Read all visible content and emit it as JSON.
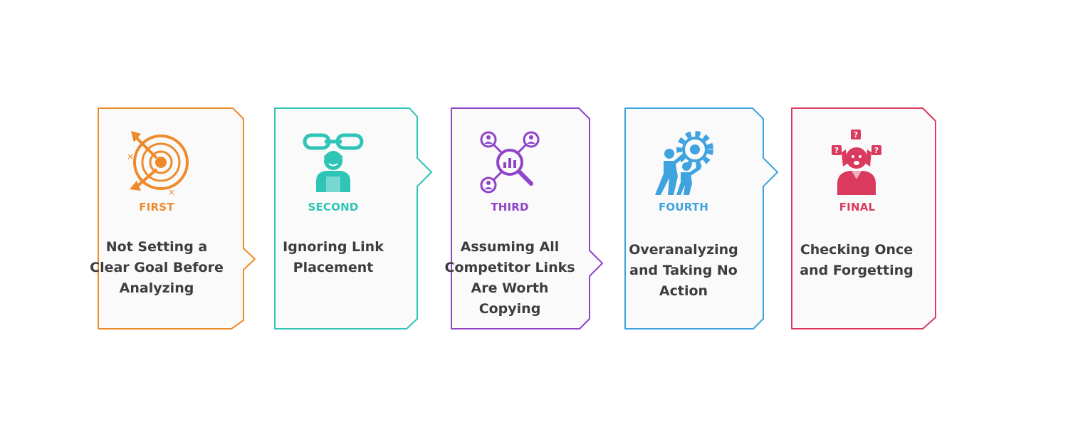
{
  "steps": [
    {
      "label": "FIRST",
      "title": "Not Setting a Clear Goal Before Analyzing",
      "color": "#ef8a2a",
      "icon": "target-icon"
    },
    {
      "label": "SECOND",
      "title": "Ignoring Link Placement",
      "color": "#2ec4b6",
      "icon": "link-person-icon"
    },
    {
      "label": "THIRD",
      "title": "Assuming All Competitor Links Are Worth Copying",
      "color": "#8e44c9",
      "icon": "network-search-icon"
    },
    {
      "label": "FOURTH",
      "title": "Overanalyzing and Taking No Action",
      "color": "#3fa3e0",
      "icon": "teamwork-gear-icon"
    },
    {
      "label": "FINAL",
      "title": "Checking Once and Forgetting",
      "color": "#d93a5e",
      "icon": "confused-person-icon"
    }
  ]
}
